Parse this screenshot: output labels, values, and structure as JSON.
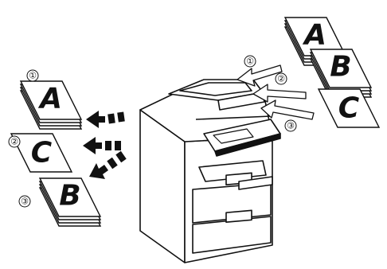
{
  "input_stacks": [
    {
      "order": "①",
      "letter": "A"
    },
    {
      "order": "②",
      "letter": "B"
    },
    {
      "order": "③",
      "letter": "C"
    }
  ],
  "output_stacks": [
    {
      "order": "①",
      "letter": "A"
    },
    {
      "order": "②",
      "letter": "C"
    },
    {
      "order": "③",
      "letter": "B"
    }
  ],
  "icons": {
    "device": "multifunction-printer-icon",
    "output_arrow": "dashed-arrow-icon",
    "input_arrow": "hollow-arrow-icon"
  }
}
